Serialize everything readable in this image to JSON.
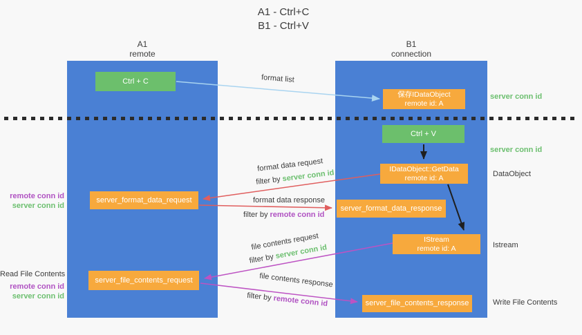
{
  "title": {
    "line1": "A1 - Ctrl+C",
    "line2": "B1 - Ctrl+V"
  },
  "lifelines": {
    "left": {
      "name": "A1",
      "role": "remote"
    },
    "right": {
      "name": "B1",
      "role": "connection"
    }
  },
  "boxes": {
    "ctrl_c": {
      "label": "Ctrl + C"
    },
    "save_idataobject": {
      "title": "保存IDataObject",
      "subtitle": "remote id: A"
    },
    "ctrl_v": {
      "label": "Ctrl + V"
    },
    "getdata": {
      "title": "IDataObject::GetData",
      "subtitle": "remote id: A"
    },
    "server_format_data_request": {
      "label": "server_format_data_request"
    },
    "server_format_data_response": {
      "label": "server_format_data_response"
    },
    "istream": {
      "title": "IStream",
      "subtitle": "remote id: A"
    },
    "server_file_contents_request": {
      "label": "server_file_contents_request"
    },
    "server_file_contents_response": {
      "label": "server_file_contents_response"
    }
  },
  "arrows": {
    "format_list": {
      "label": "format list"
    },
    "format_data_request": {
      "label": "format data request",
      "filter_prefix": "filter by ",
      "filter_key": "server conn id"
    },
    "format_data_response": {
      "label": "format data response",
      "filter_prefix": "filter by ",
      "filter_key": "remote conn id"
    },
    "file_contents_request": {
      "label": "file contents request",
      "filter_prefix": "filter by ",
      "filter_key": "server conn id"
    },
    "file_contents_response": {
      "label": "file contents response",
      "filter_prefix": "filter by ",
      "filter_key": "remote conn id"
    }
  },
  "annotations": {
    "server_conn_id_right_top": "server conn id",
    "server_conn_id_right_mid": "server conn id",
    "dataobject": "DataObject",
    "istream": "Istream",
    "write_file_contents": "Write File Contents",
    "read_file_contents": "Read File Contents",
    "left_pair1": {
      "remote": "remote conn id",
      "server": "server conn id"
    },
    "left_pair2": {
      "remote": "remote conn id",
      "server": "server conn id"
    }
  },
  "colors": {
    "lifeline_blue": "#4a80d4",
    "box_green": "#6cbf6c",
    "box_orange": "#f7a93d",
    "arrow_light_blue": "#a9d4f0",
    "arrow_red": "#e05e5e",
    "arrow_magenta": "#bd53c3",
    "arrow_black": "#1f1f1f",
    "text_green": "#6cbf6f",
    "text_purple": "#b052c2",
    "text_dark": "#3b3b3b"
  }
}
